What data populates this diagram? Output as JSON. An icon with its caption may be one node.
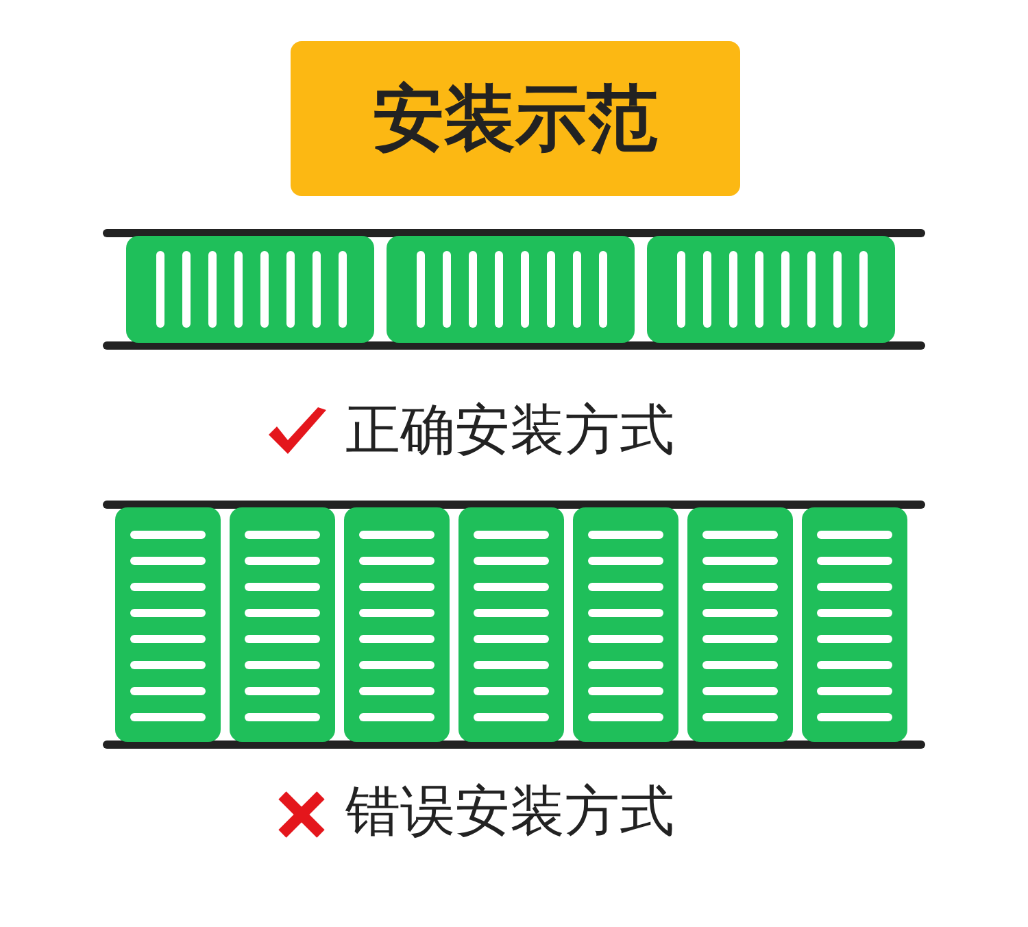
{
  "diagram": {
    "title": "安装示范",
    "labels": [
      "正确安装方式",
      "错误安装方式"
    ]
  }
}
